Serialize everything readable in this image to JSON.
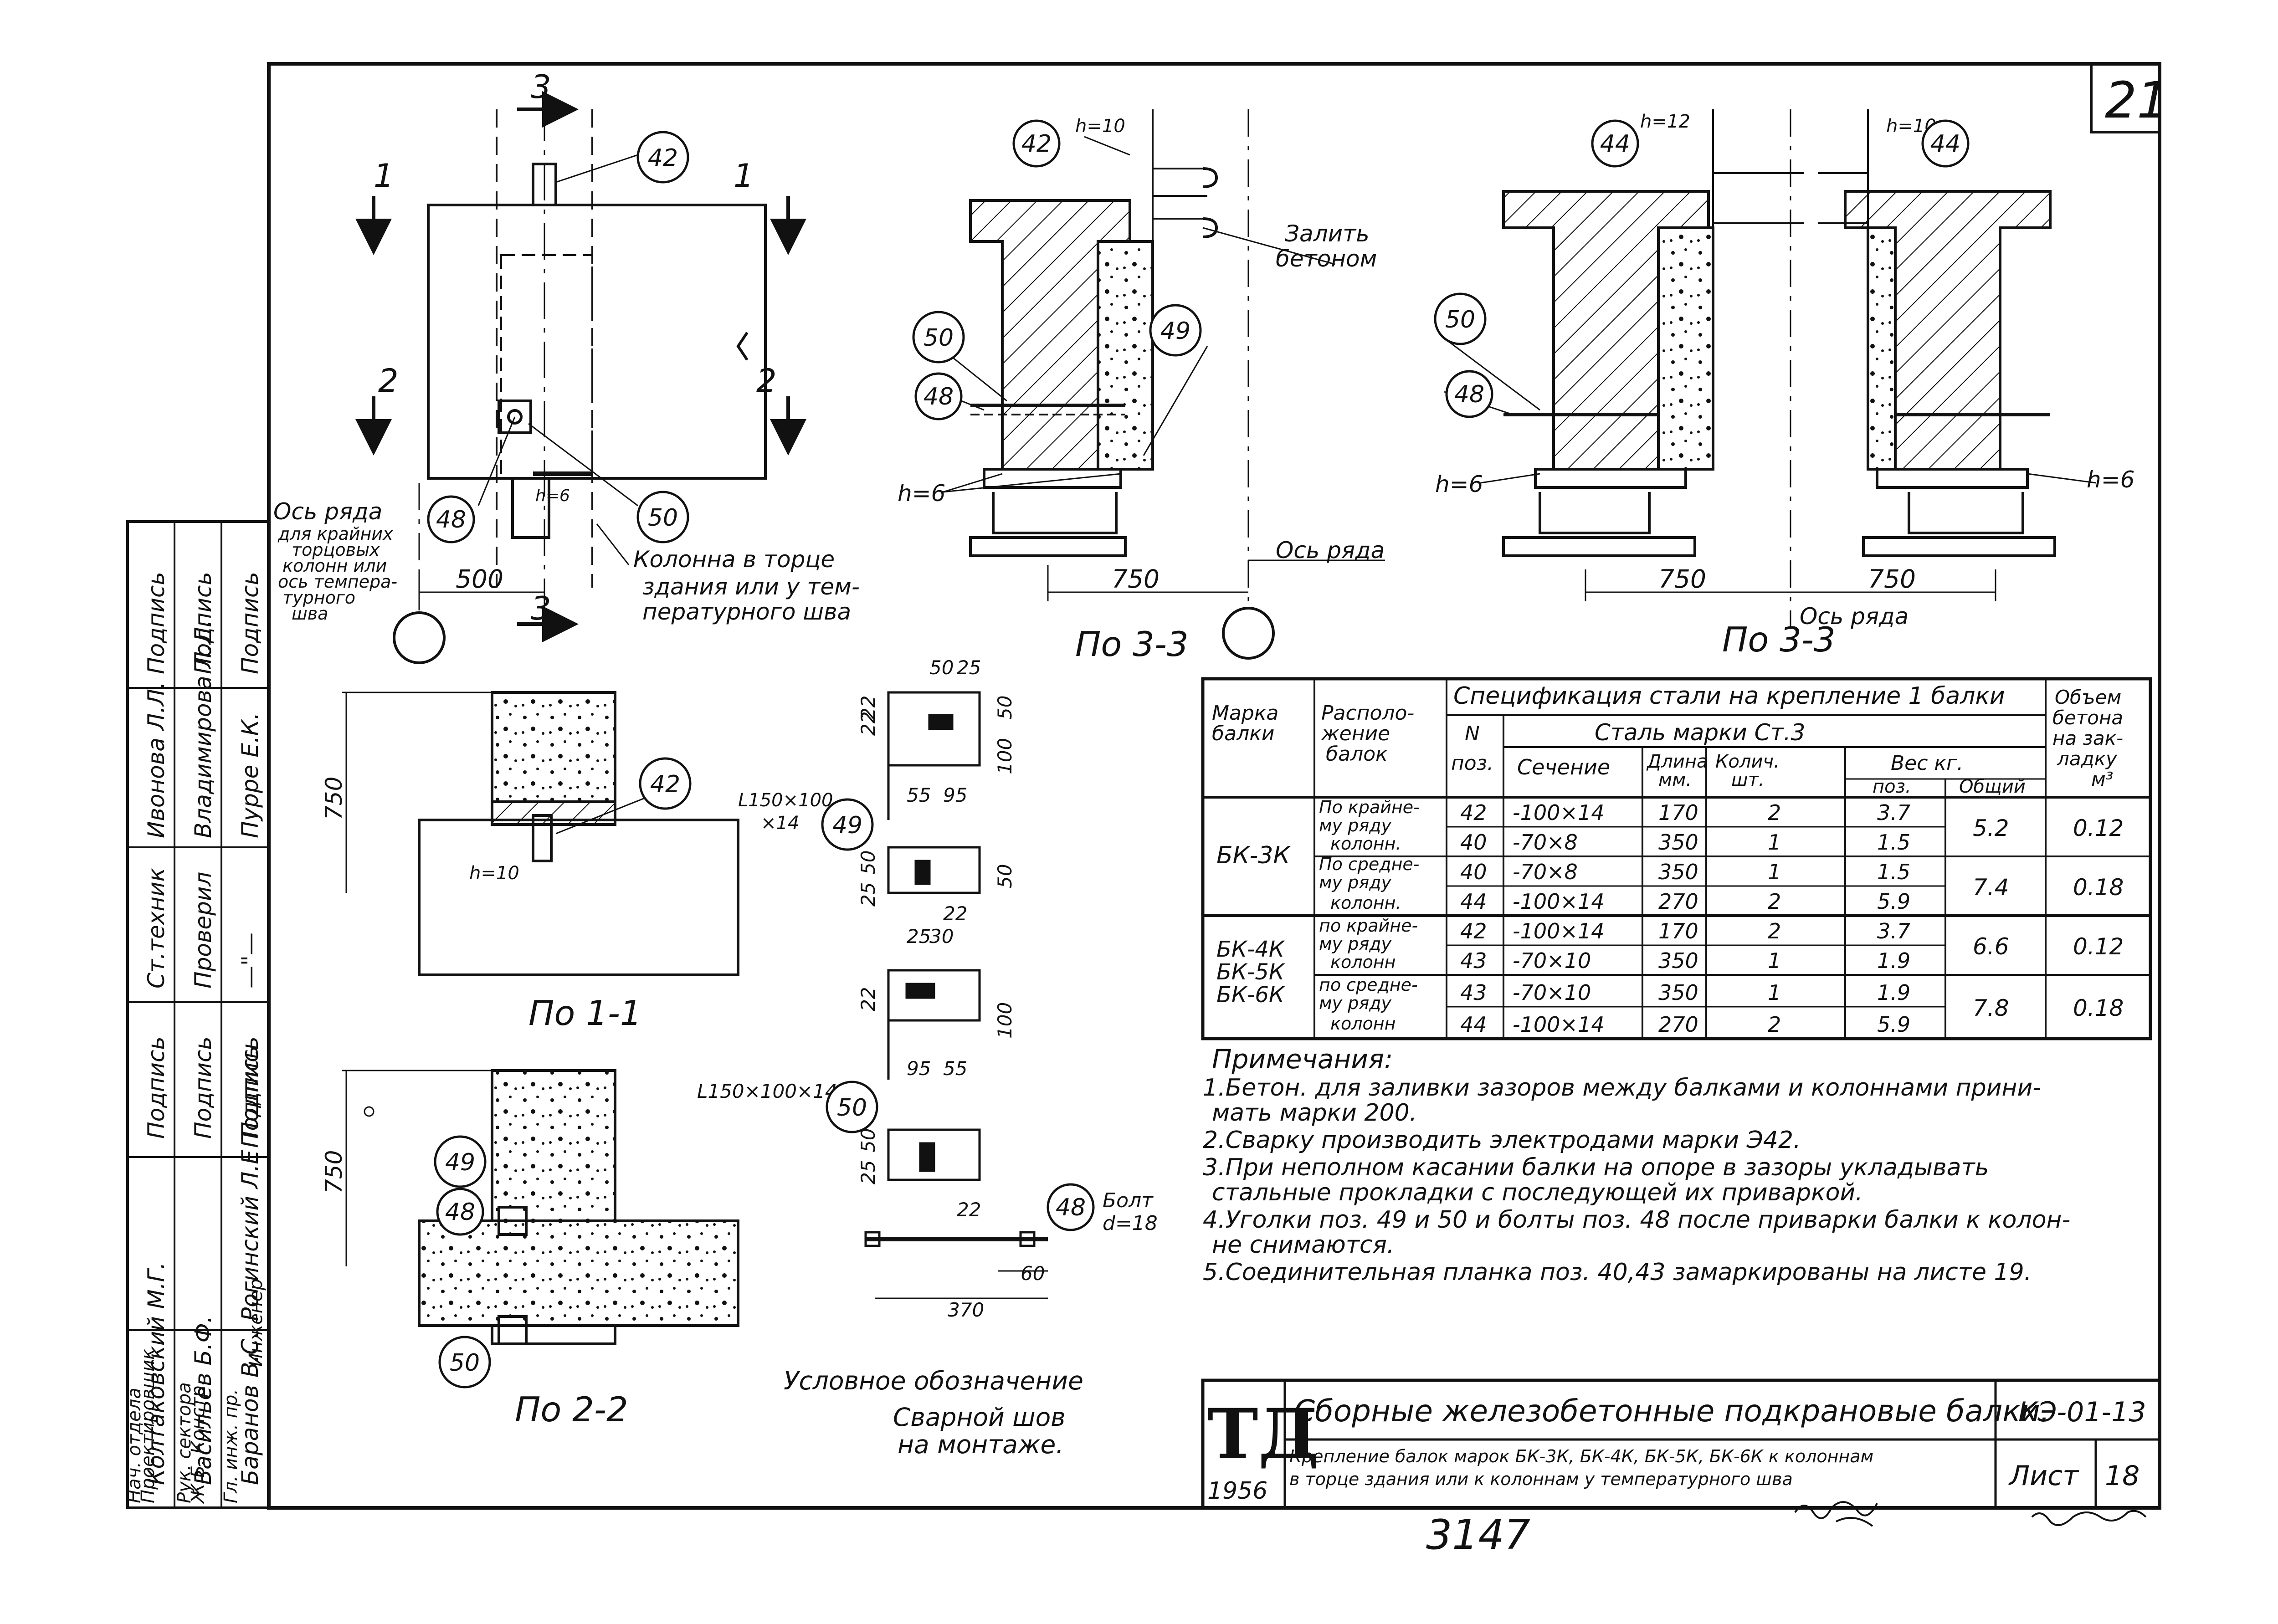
{
  "sheet_number": "21",
  "sheet_stamp_number": "3147",
  "colors": {
    "ink": "#111111",
    "paper": "#ffffff"
  },
  "plan": {
    "section_3": "3",
    "section_1": "1",
    "section_2": "2",
    "dim_500": "500",
    "weld_h6": "h=6",
    "axis_label": "Ось ряда",
    "axis_note": [
      "для крайних",
      "торцовых",
      "колонн или",
      "ось темпера-",
      "турного",
      "шва"
    ],
    "column_note": [
      "Колонна в торце",
      "здания или у тем-",
      "пературного шва"
    ]
  },
  "view_33a": {
    "title": "По 3-3",
    "weld_h10": "h=10",
    "weld_h6": "h=6",
    "dim_750": "750",
    "axis_label": "Ось ряда",
    "fill_label": [
      "Залить",
      "бетоном"
    ]
  },
  "view_33b": {
    "title": "По 3-3",
    "weld_h12": "h=12",
    "weld_h10": "h=10",
    "weld_h6_left": "h=6",
    "weld_h6_right": "h=6",
    "dim_750_left": "750",
    "dim_750_right": "750",
    "axis_label": "Ось ряда"
  },
  "view_11": {
    "title": "По 1-1",
    "dim_750": "750",
    "weld_h10": "h=10",
    "angle_label": [
      "L150×100",
      "×14"
    ]
  },
  "view_22": {
    "title": "По 2-2",
    "dim_750": "750"
  },
  "angle_details": {
    "d49_dims": [
      "50",
      "25",
      "22",
      "22",
      "50",
      "100",
      "55",
      "95",
      "25",
      "50",
      "50",
      "22"
    ],
    "d50_dims": [
      "25",
      "30",
      "22",
      "100",
      "95",
      "55",
      "25",
      "50",
      "22"
    ],
    "angle_label": "L150×100×14",
    "bolt_label": [
      "Болт",
      "d=18"
    ],
    "bolt_dims": [
      "60",
      "370"
    ]
  },
  "legend": {
    "title": "Условное обозначение",
    "line1": "Сварной шов",
    "line2": "на монтаже."
  },
  "markers": [
    "42",
    "48",
    "49",
    "50",
    "44"
  ],
  "spec_table": {
    "title": "Спецификация стали на крепление 1 балки",
    "col_mark": [
      "Марка",
      "балки"
    ],
    "col_location": [
      "Располо-",
      "жение",
      "балок"
    ],
    "col_pos": [
      "N",
      "поз."
    ],
    "steel_grade": "Сталь марки Ст.3",
    "col_section": "Сечение",
    "col_length": [
      "Длина",
      "мм."
    ],
    "col_count": [
      "Колич.",
      "шт."
    ],
    "col_weight": "Вес кг.",
    "col_weight_pos": "поз.",
    "col_weight_total": "Общий",
    "col_volume": [
      "Объем",
      "бетона",
      "на зак-",
      "ладку",
      "м³"
    ],
    "groups": [
      {
        "mark": [
          "БК-3К"
        ],
        "subgroups": [
          {
            "location": [
              "По крайне-",
              "му ряду",
              "колонн."
            ],
            "total": "5.2",
            "volume": "0.12",
            "rows": [
              [
                "42",
                "-100×14",
                "170",
                "2",
                "3.7"
              ],
              [
                "40",
                "-70×8",
                "350",
                "1",
                "1.5"
              ]
            ]
          },
          {
            "location": [
              "По средне-",
              "му ряду",
              "колонн."
            ],
            "total": "7.4",
            "volume": "0.18",
            "rows": [
              [
                "40",
                "-70×8",
                "350",
                "1",
                "1.5"
              ],
              [
                "44",
                "-100×14",
                "270",
                "2",
                "5.9"
              ]
            ]
          }
        ]
      },
      {
        "mark": [
          "БК-4К",
          "БК-5К",
          "БК-6К"
        ],
        "subgroups": [
          {
            "location": [
              "по крайне-",
              "му ряду",
              "колонн"
            ],
            "total": "6.6",
            "volume": "0.12",
            "rows": [
              [
                "42",
                "-100×14",
                "170",
                "2",
                "3.7"
              ],
              [
                "43",
                "-70×10",
                "350",
                "1",
                "1.9"
              ]
            ]
          },
          {
            "location": [
              "по средне-",
              "му ряду",
              "колонн"
            ],
            "total": "7.8",
            "volume": "0.18",
            "rows": [
              [
                "43",
                "-70×10",
                "350",
                "1",
                "1.9"
              ],
              [
                "44",
                "-100×14",
                "270",
                "2",
                "5.9"
              ]
            ]
          }
        ]
      }
    ]
  },
  "notes": {
    "title": "Примечания:",
    "lines": [
      "1.Бетон. для заливки зазоров между балками и колоннами прини-",
      "мать марки 200.",
      "2.Сварку производить электродами марки Э42.",
      "3.При неполном касании балки на опоре в зазоры укладывать",
      "стальные прокладки с последующей их приваркой.",
      "4.Уголки поз. 49 и 50 и болты поз. 48 после приварки балки к колон-",
      "не снимаются.",
      "5.Соединительная планка поз. 40,43 замаркированы на листе 19."
    ]
  },
  "title_block": {
    "logo": "ТД",
    "year": "1956",
    "title": "Сборные железобетонные подкрановые балки.",
    "subtitle_1": "Крепление балок марок БК-3К, БК-4К, БК-5К, БК-6К к колоннам",
    "subtitle_2": "в торце здания или к колоннам у температурного шва",
    "code": "КЭ-01-13",
    "sheet_label": "Лист",
    "sheet_no": "18"
  },
  "side_stamp": {
    "columns": [
      [
        "Нач. отдела",
        "Проектировщик",
        "Рук. сектора",
        "Ж.Б. Констр."
      ],
      [
        "Гл. инж. пр."
      ],
      [
        "Инженер"
      ]
    ],
    "col1": [
      "Колтаковский М.Г.",
      "Подпись",
      "Ст.техник",
      "Ивонова Л.Л.",
      "Подпись"
    ],
    "col2": [
      "Васильев Б.Ф.",
      "Подпись",
      "Проверил",
      "Владимирова Л.Л.",
      "Подпись"
    ],
    "col3": [
      "Баранов В.С.",
      "Подпись",
      "—\"—",
      "Пурре Е.К.",
      "Подпись"
    ],
    "col4": [
      "Рогинский Л.Е",
      "Подпись"
    ]
  }
}
